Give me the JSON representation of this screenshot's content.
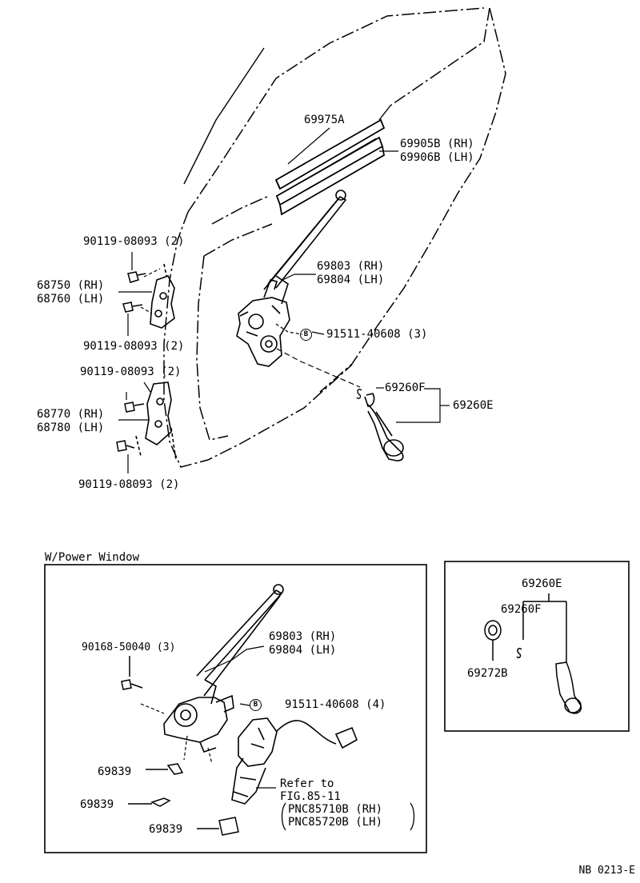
{
  "labels": {
    "p69975A": "69975A",
    "p69905B": "69905B (RH)",
    "p69906B": "69906B (LH)",
    "bolt_upper_1": "90119-08093 (2)",
    "p68750": "68750 (RH)",
    "p68760": "68760 (LH)",
    "bolt_upper_2": "90119-08093 (2)",
    "bolt_lower_1": "90119-08093 (2)",
    "p68770": "68770 (RH)",
    "p68780": "68780 (LH)",
    "bolt_lower_2": "90119-08093 (2)",
    "p69803": "69803 (RH)",
    "p69804": "69804 (LH)",
    "p91511": "91511-40608 (3)",
    "p69260F": "69260F",
    "p69260E": "69260E"
  },
  "power_window": {
    "title": "W/Power Window",
    "p90168": "90168-50040 (3)",
    "p69803": "69803 (RH)",
    "p69804": "69804 (LH)",
    "p91511": "91511-40608 (4)",
    "p69839_a": "69839",
    "p69839_b": "69839",
    "p69839_c": "69839",
    "refer_1": "Refer to",
    "refer_2": "FIG.85-11",
    "refer_3": "PNC85710B (RH)",
    "refer_4": "PNC85720B (LH)"
  },
  "inset": {
    "p69260E": "69260E",
    "p69260F": "69260F",
    "p69272B": "69272B"
  },
  "marker": "B",
  "figure_code": "NB 0213-E"
}
